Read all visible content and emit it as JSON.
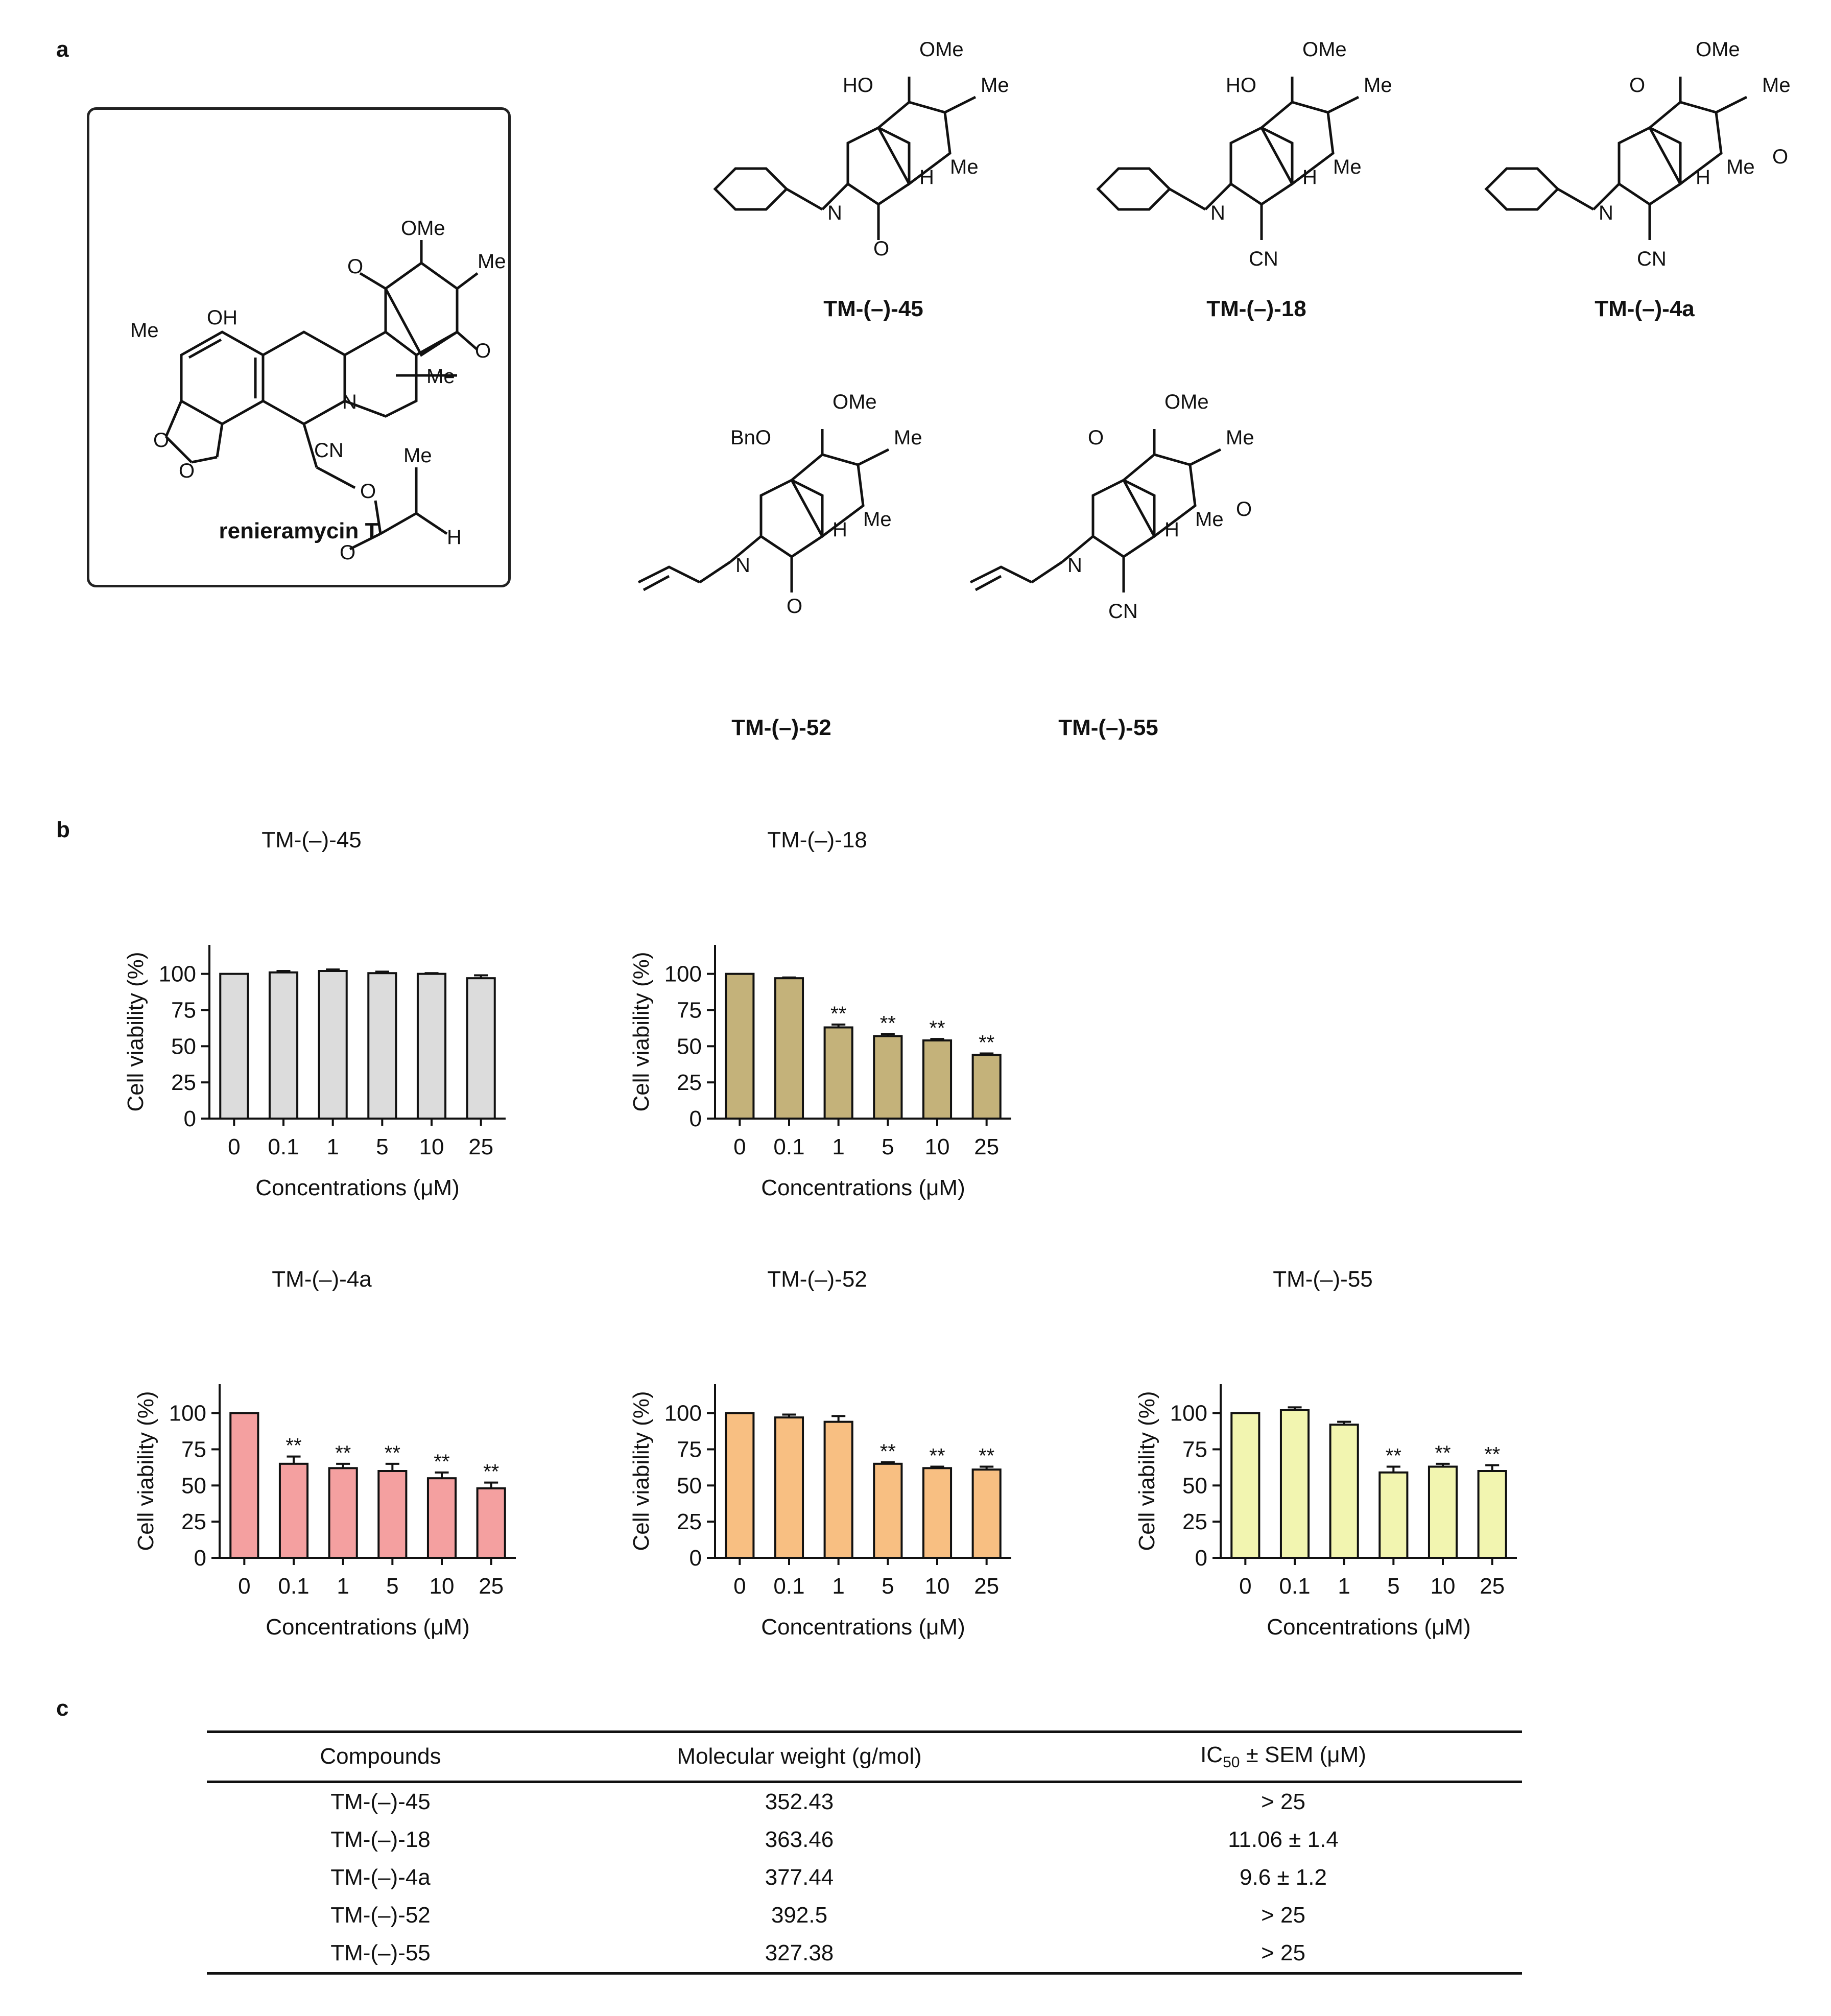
{
  "panels": {
    "a": "a",
    "b": "b",
    "c": "c"
  },
  "panel_a": {
    "box_compound": "renieramycin T",
    "compounds": [
      "TM-(–)-45",
      "TM-(–)-18",
      "TM-(–)-4a",
      "TM-(–)-52",
      "TM-(–)-55"
    ],
    "atom_labels": {
      "OMe": "OMe",
      "Me": "Me",
      "HO": "HO",
      "OH": "OH",
      "BnO": "BnO",
      "H": "H",
      "N": "N",
      "O": "O",
      "CN": "CN"
    }
  },
  "chart_data": [
    {
      "type": "bar",
      "title": "TM-(–)-45",
      "categories": [
        "0",
        "0.1",
        "1",
        "5",
        "10",
        "25"
      ],
      "values": [
        100,
        101,
        102,
        100.5,
        100,
        97
      ],
      "errors": [
        0,
        1,
        1,
        1,
        0.5,
        2
      ],
      "significance": [
        "",
        "",
        "",
        "",
        "",
        ""
      ],
      "xlabel": "Concentrations (μM)",
      "ylabel": "Cell viability (%)",
      "yticks": [
        "0",
        "25",
        "50",
        "75",
        "100"
      ],
      "ylim": [
        0,
        120
      ],
      "color": "#dcdcdc"
    },
    {
      "type": "bar",
      "title": "TM-(–)-18",
      "categories": [
        "0",
        "0.1",
        "1",
        "5",
        "10",
        "25"
      ],
      "values": [
        100,
        97,
        63,
        57,
        54,
        44
      ],
      "errors": [
        0,
        0.5,
        2,
        1.5,
        1,
        1
      ],
      "significance": [
        "",
        "",
        "**",
        "**",
        "**",
        "**"
      ],
      "xlabel": "Concentrations (μM)",
      "ylabel": "Cell viability (%)",
      "yticks": [
        "0",
        "25",
        "50",
        "75",
        "100"
      ],
      "ylim": [
        0,
        120
      ],
      "color": "#c4b27a"
    },
    {
      "type": "bar",
      "title": "TM-(–)-4a",
      "categories": [
        "0",
        "0.1",
        "1",
        "5",
        "10",
        "25"
      ],
      "values": [
        100,
        65,
        62,
        60,
        55,
        48
      ],
      "errors": [
        0,
        5,
        3,
        5,
        4,
        4
      ],
      "significance": [
        "",
        "**",
        "**",
        "**",
        "**",
        "**"
      ],
      "xlabel": "Concentrations (μM)",
      "ylabel": "Cell viability (%)",
      "yticks": [
        "0",
        "25",
        "50",
        "75",
        "100"
      ],
      "ylim": [
        0,
        120
      ],
      "color": "#f4a0a0"
    },
    {
      "type": "bar",
      "title": "TM-(–)-52",
      "categories": [
        "0",
        "0.1",
        "1",
        "5",
        "10",
        "25"
      ],
      "values": [
        100,
        97,
        94,
        65,
        62,
        61
      ],
      "errors": [
        0,
        2,
        4,
        1,
        1,
        2
      ],
      "significance": [
        "",
        "",
        "",
        "**",
        "**",
        "**"
      ],
      "xlabel": "Concentrations (μM)",
      "ylabel": "Cell viability (%)",
      "yticks": [
        "0",
        "25",
        "50",
        "75",
        "100"
      ],
      "ylim": [
        0,
        120
      ],
      "color": "#f8bf82"
    },
    {
      "type": "bar",
      "title": "TM-(–)-55",
      "categories": [
        "0",
        "0.1",
        "1",
        "5",
        "10",
        "25"
      ],
      "values": [
        100,
        102,
        92,
        59,
        63,
        60
      ],
      "errors": [
        0,
        2,
        2,
        4,
        2,
        4
      ],
      "significance": [
        "",
        "",
        "",
        "**",
        "**",
        "**"
      ],
      "xlabel": "Concentrations (μM)",
      "ylabel": "Cell viability (%)",
      "yticks": [
        "0",
        "25",
        "50",
        "75",
        "100"
      ],
      "ylim": [
        0,
        120
      ],
      "color": "#f2f5b0"
    }
  ],
  "table": {
    "headers": {
      "compounds": "Compounds",
      "mw": "Molecular weight (g/mol)",
      "ic50_pre": "IC",
      "ic50_sub": "50",
      "ic50_post": " ± SEM (μM)"
    },
    "rows": [
      {
        "compound": "TM-(–)-45",
        "mw": "352.43",
        "ic50": "> 25"
      },
      {
        "compound": "TM-(–)-18",
        "mw": "363.46",
        "ic50": "11.06 ± 1.4"
      },
      {
        "compound": "TM-(–)-4a",
        "mw": "377.44",
        "ic50": "9.6 ± 1.2"
      },
      {
        "compound": "TM-(–)-52",
        "mw": "392.5",
        "ic50": "> 25"
      },
      {
        "compound": "TM-(–)-55",
        "mw": "327.38",
        "ic50": "> 25"
      }
    ]
  }
}
